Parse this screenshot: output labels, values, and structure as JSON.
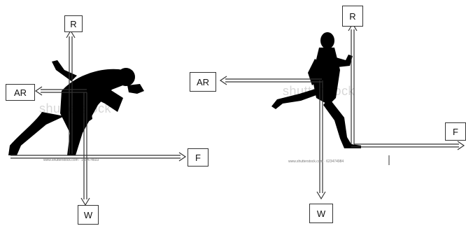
{
  "panels": [
    {
      "id": "sprinter-start",
      "labels": {
        "R": "R",
        "AR": "AR",
        "F": "F",
        "W": "W"
      },
      "watermark": "shutterstock",
      "watermark_url": "www.shutterstock.com · 165474603"
    },
    {
      "id": "runner",
      "labels": {
        "R": "R",
        "AR": "AR",
        "F": "F",
        "W": "W"
      },
      "watermark": "shutterstock",
      "watermark_url": "www.shutterstock.com · 623474984"
    }
  ],
  "colors": {
    "line": "#333333",
    "silhouette": "#000000",
    "background": "#ffffff"
  },
  "icons": [
    "sprinter-silhouette-icon",
    "runner-silhouette-icon"
  ]
}
